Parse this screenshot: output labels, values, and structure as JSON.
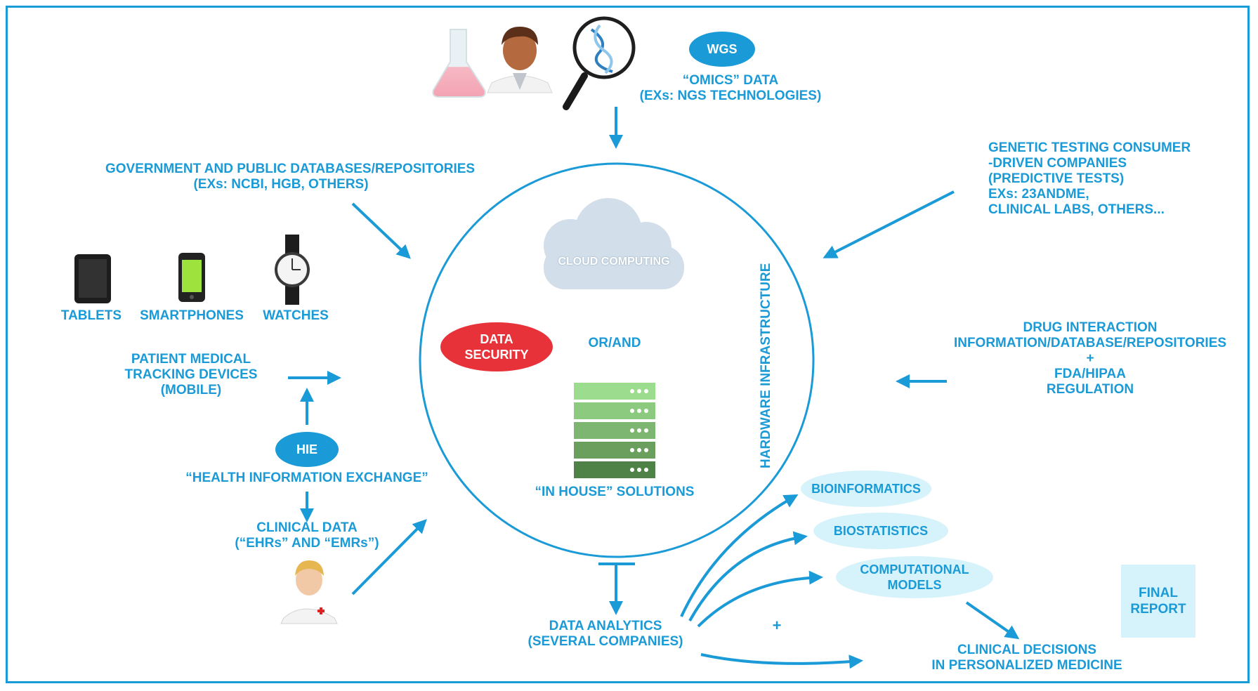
{
  "omics": {
    "badge": "WGS",
    "line1": "“OMICS” DATA",
    "line2": "(EXs: NGS TECHNOLOGIES)"
  },
  "gov": {
    "line1": "GOVERNMENT AND PUBLIC DATABASES/REPOSITORIES",
    "line2": "(EXs: NCBI, HGB, OTHERS)"
  },
  "genetic": {
    "line1": "GENETIC TESTING CONSUMER",
    "line2": "-DRIVEN COMPANIES",
    "line3": "(PREDICTIVE TESTS)",
    "line4": "EXs: 23ANDME,",
    "line5": "CLINICAL LABS, OTHERS..."
  },
  "devices": {
    "tablets": "TABLETS",
    "smartphones": "SMARTPHONES",
    "watches": "WATCHES"
  },
  "tracking": {
    "line1": "PATIENT MEDICAL",
    "line2": "TRACKING DEVICES",
    "line3": "(MOBILE)"
  },
  "hie": {
    "badge": "HIE",
    "label": "“HEALTH INFORMATION EXCHANGE”"
  },
  "clinical": {
    "line1": "CLINICAL DATA",
    "line2": "(“EHRs” AND “EMRs”)"
  },
  "center": {
    "cloud": "CLOUD COMPUTING",
    "security_line1": "DATA",
    "security_line2": "SECURITY",
    "or_and": "OR/AND",
    "in_house": "“IN HOUSE” SOLUTIONS",
    "hardware": "HARDWARE INFRASTRUCTURE"
  },
  "drug": {
    "line1": "DRUG INTERACTION",
    "line2": "INFORMATION/DATABASE/REPOSITORIES",
    "line3": "+",
    "line4": "FDA/HIPAA",
    "line5": "REGULATION"
  },
  "analytics": {
    "line1": "DATA ANALYTICS",
    "line2": "(SEVERAL COMPANIES)",
    "bioinformatics": "BIOINFORMATICS",
    "biostatistics": "BIOSTATISTICS",
    "comp_line1": "COMPUTATIONAL",
    "comp_line2": "MODELS",
    "plus": "+"
  },
  "final": {
    "line1": "FINAL",
    "line2": "REPORT"
  },
  "decisions": {
    "line1": "CLINICAL DECISIONS",
    "line2": "IN PERSONALIZED MEDICINE"
  },
  "colors": {
    "accent": "#1a9ad6",
    "security": "#e8323a",
    "pill": "#d6f3fb",
    "server": "#6aa86a",
    "cloud": "#d2dfea"
  }
}
